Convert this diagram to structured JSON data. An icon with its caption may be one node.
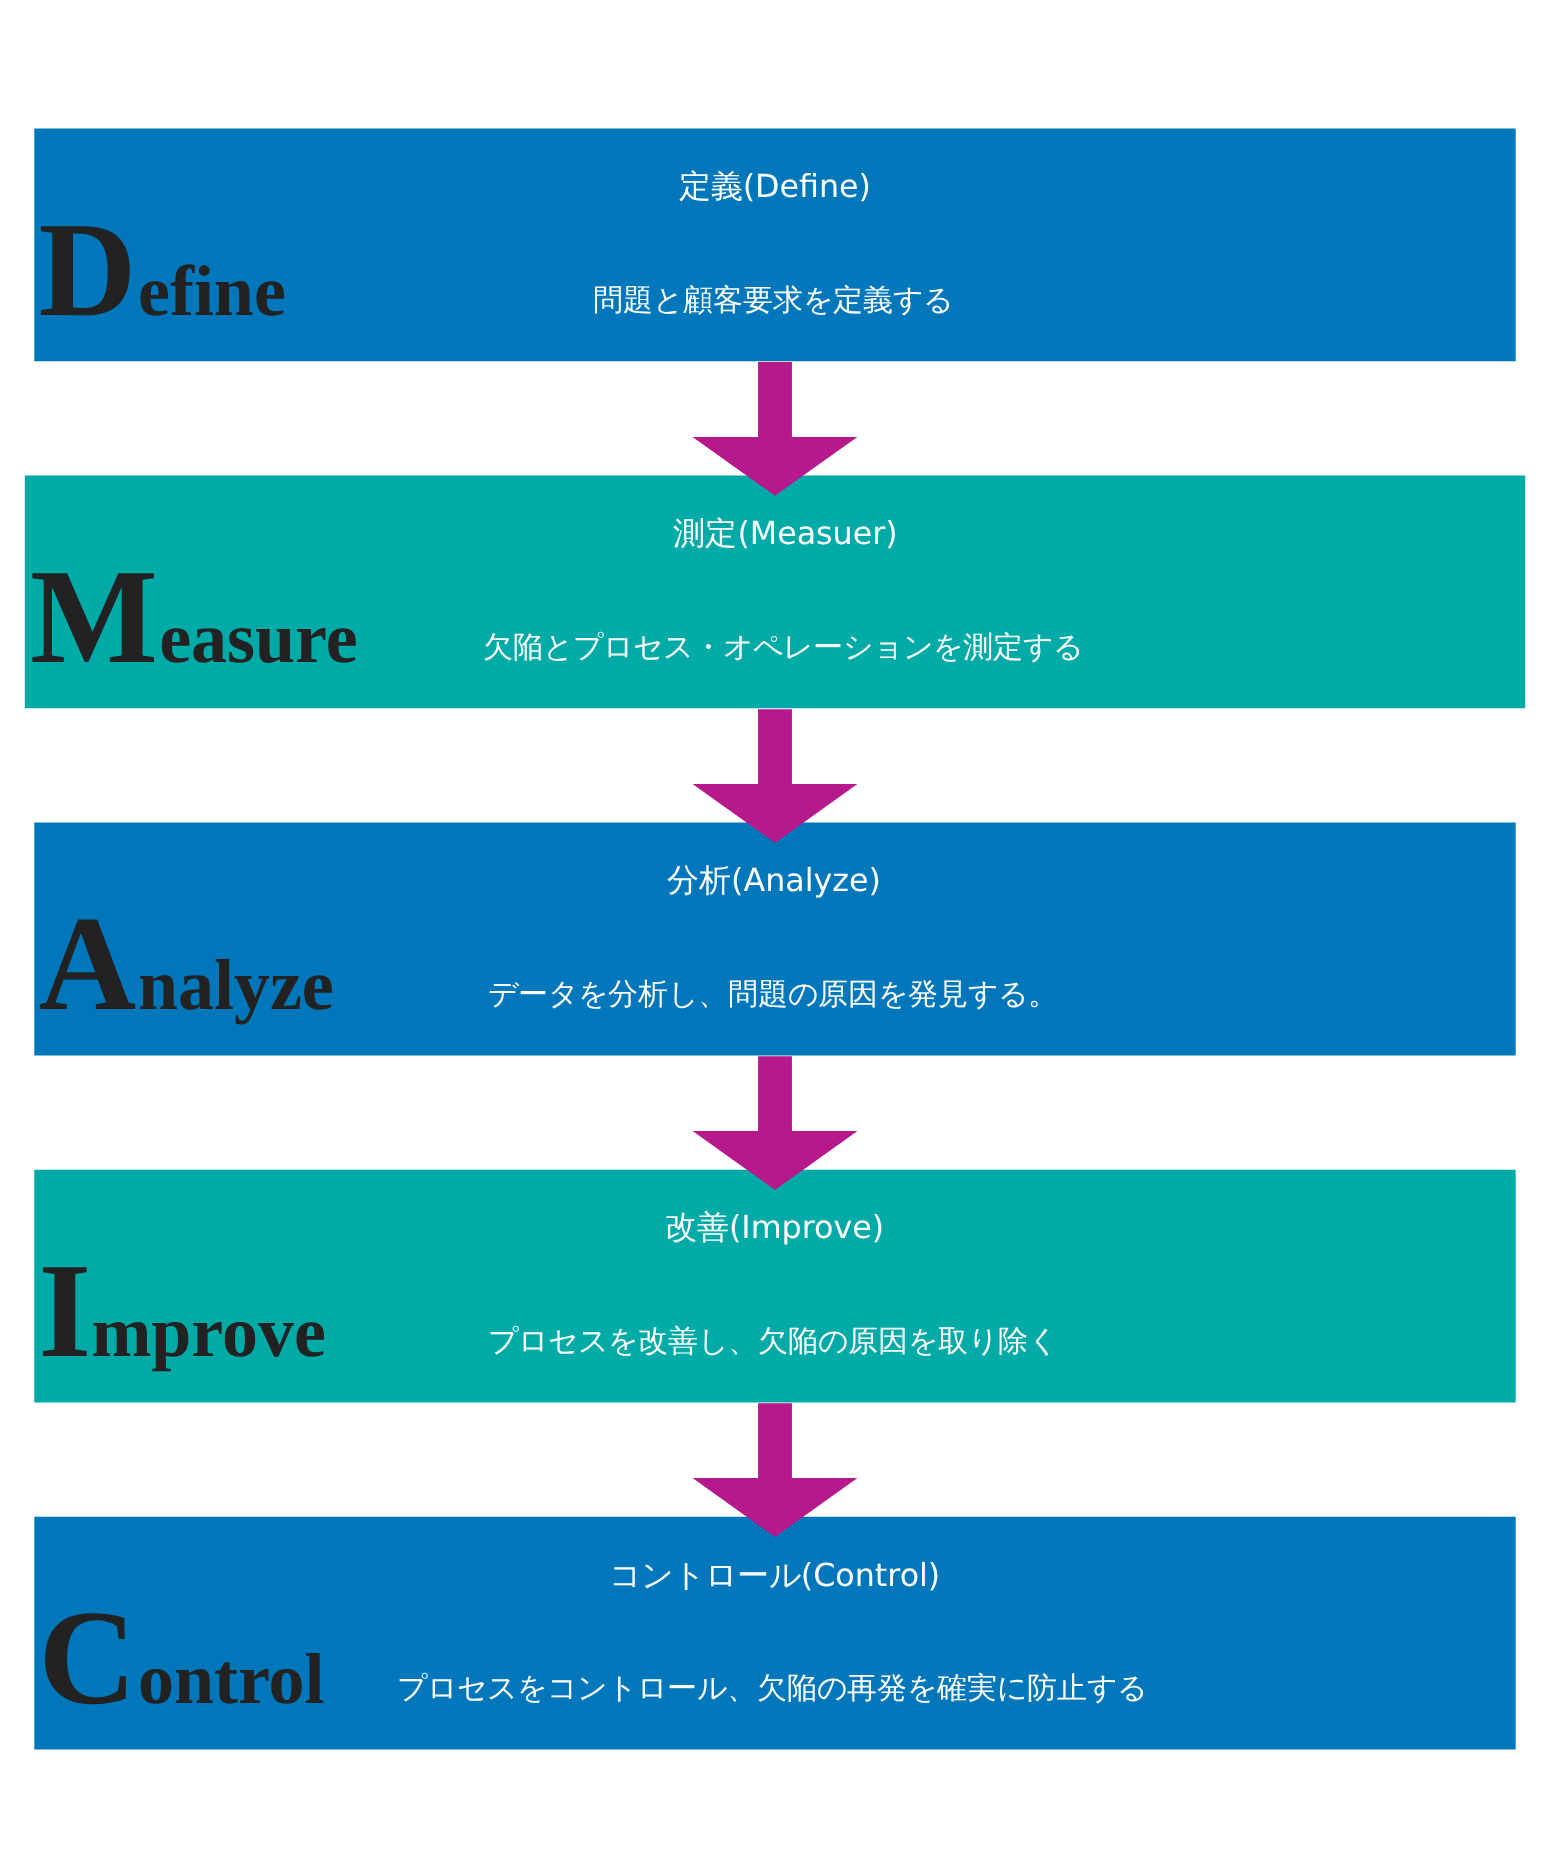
{
  "diagram": {
    "nodes": [
      {
        "text": [
          "Define",
          "定義(Define)",
          "問題と顧客要求を定義する"
        ]
      },
      {
        "text": [
          "Measure",
          "測定(Measuer)",
          "欠陥とプロセス・オペレーションを測定する"
        ]
      },
      {
        "text": [
          "Analyze",
          "分析(Analyze)",
          "データを分析し、問題の原因を発見する。"
        ]
      },
      {
        "text": [
          "Improve",
          "改善(Improve)",
          "プロセスを改善し、欠陥の原因を取り除く"
        ]
      },
      {
        "text": [
          "Control",
          "コントロール(Control)",
          "プロセスをコントロール、欠陥の再発を確実に防止する"
        ]
      }
    ],
    "edges": [
      {
        "from": 0,
        "to": 1,
        "arrow": "to"
      },
      {
        "from": 1,
        "to": 2,
        "arrow": "to"
      },
      {
        "from": 2,
        "to": 3,
        "arrow": "to"
      },
      {
        "from": 3,
        "to": 4,
        "arrow": "to"
      }
    ]
  }
}
